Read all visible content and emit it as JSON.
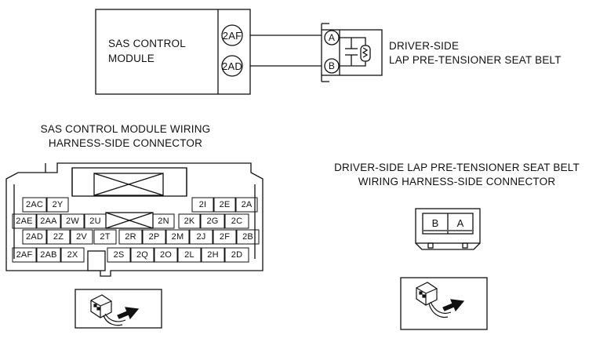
{
  "module": {
    "name_line1": "SAS CONTROL",
    "name_line2": "MODULE",
    "terminals": [
      "2AF",
      "2AD"
    ]
  },
  "belt": {
    "terminals": [
      "A",
      "B"
    ],
    "name_line1": "DRIVER-SIDE",
    "name_line2": "LAP PRE-TENSIONER SEAT BELT"
  },
  "sas_connector": {
    "title_line1": "SAS CONTROL MODULE WIRING",
    "title_line2": "HARNESS-SIDE CONNECTOR",
    "rows": [
      [
        "2AC",
        "2Y",
        "",
        "",
        "",
        "",
        "",
        "2I",
        "2E",
        "2A"
      ],
      [
        "2AE",
        "2AA",
        "2W",
        "2U",
        "",
        "2N",
        "2K",
        "2G",
        "2C"
      ],
      [
        "2AD",
        "2Z",
        "2V",
        "2T",
        "2R",
        "2P",
        "2M",
        "2J",
        "2F",
        "2B"
      ],
      [
        "2AF",
        "2AB",
        "2X",
        "",
        "2S",
        "2Q",
        "2O",
        "2L",
        "2H",
        "2D"
      ]
    ]
  },
  "belt_connector": {
    "title_line1": "DRIVER-SIDE LAP PRE-TENSIONER SEAT BELT",
    "title_line2": "WIRING HARNESS-SIDE CONNECTOR",
    "pins": [
      "B",
      "A"
    ]
  },
  "icons": [
    "connector-probe-icon",
    "connector-probe-icon"
  ]
}
